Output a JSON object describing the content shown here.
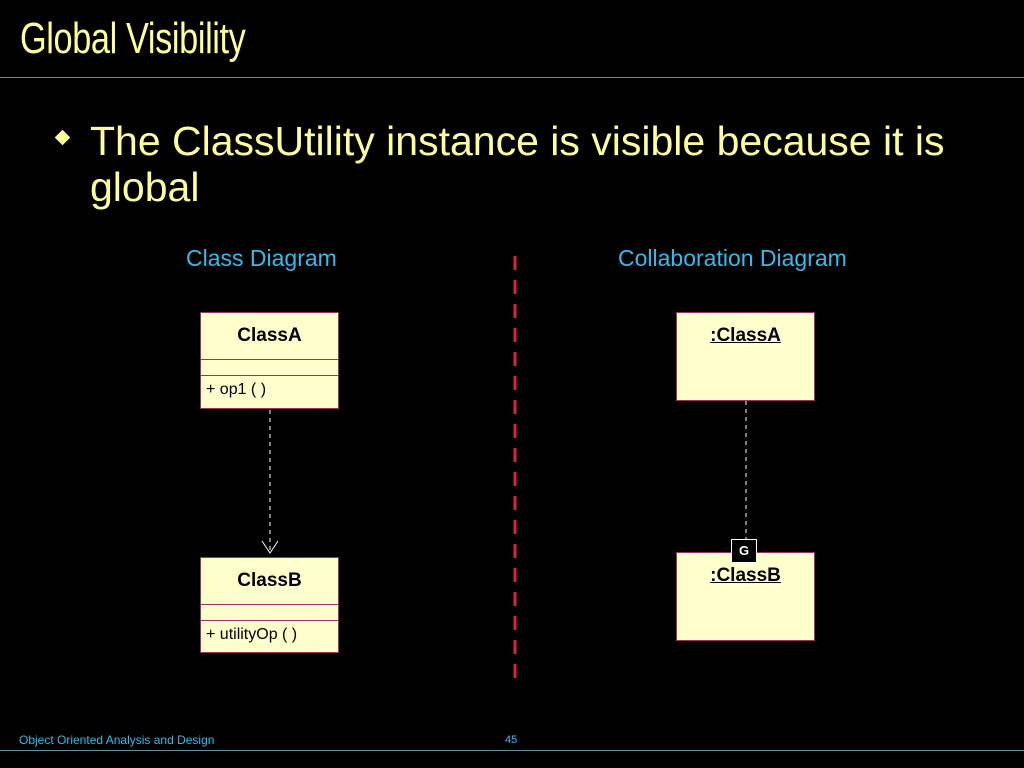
{
  "slide": {
    "title": "Global Visibility",
    "bullet": "The ClassUtility instance is visible because it is global"
  },
  "class_diagram": {
    "heading": "Class Diagram",
    "class_a": {
      "name": "ClassA",
      "operation": "+ op1 ( )"
    },
    "class_b": {
      "name": "ClassB",
      "operation": "+ utilityOp ( )"
    }
  },
  "collaboration_diagram": {
    "heading": "Collaboration Diagram",
    "object_a": ":ClassA",
    "object_b": ":ClassB",
    "visibility_badge": "G"
  },
  "footer": {
    "course": "Object Oriented Analysis and Design",
    "page_number": "45"
  },
  "colors": {
    "background": "#000000",
    "title_text": "#FFFF99",
    "heading_text": "#33BBEE",
    "box_fill": "#FFFFCC",
    "box_border": "#993366",
    "separator": "#E0203A"
  }
}
